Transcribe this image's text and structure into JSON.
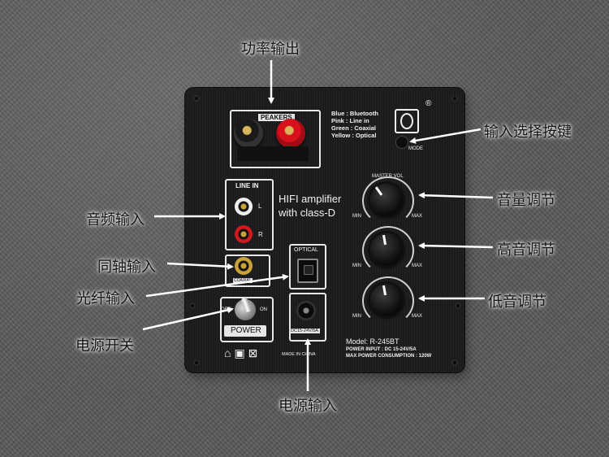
{
  "annotations": {
    "power_output": "功率输出",
    "input_select_button": "输入选择按键",
    "volume_adjust": "音量调节",
    "audio_input": "音频输入",
    "treble_adjust": "高音调节",
    "coaxial_input": "同轴输入",
    "optical_input": "光纤输入",
    "bass_adjust": "低音调节",
    "power_switch": "电源开关",
    "power_input": "电源输入"
  },
  "panel": {
    "speakers_label": "PEAKERS",
    "legend_lines": [
      "Blue : Bluetooth",
      "Pink : Line in",
      "Green : Coaxial",
      "Yellow : Optical"
    ],
    "mode_label": "MODE",
    "line_in_label": "LINE IN",
    "l_label": "L",
    "r_label": "R",
    "hifi_line1": "HIFI amplifier",
    "hifi_line2": "with class-D",
    "optical_label": "OPTICAL",
    "coaxial_label": "COAXIAL",
    "off_label": "OFF",
    "on_label": "ON",
    "power_label": "POWER",
    "dc_label": "DC15-24V/5A",
    "made_in": "MADE IN CHINA",
    "model": "Model: R-245BT",
    "power_input_spec": "POWER INPUT : DC 15-24V/5A",
    "max_power": "MAX POWER CONSUMPTION : 120W",
    "min_label": "MIN",
    "max_label": "MAX",
    "master_label": "MASTER VOL",
    "registered": "®"
  },
  "colors": {
    "panel": "#1b1b1d",
    "arrow": "#ffffff",
    "binding_post_red": "#d8101c",
    "binding_post_black": "#1a1a1a",
    "gold": "#c9a23a"
  }
}
